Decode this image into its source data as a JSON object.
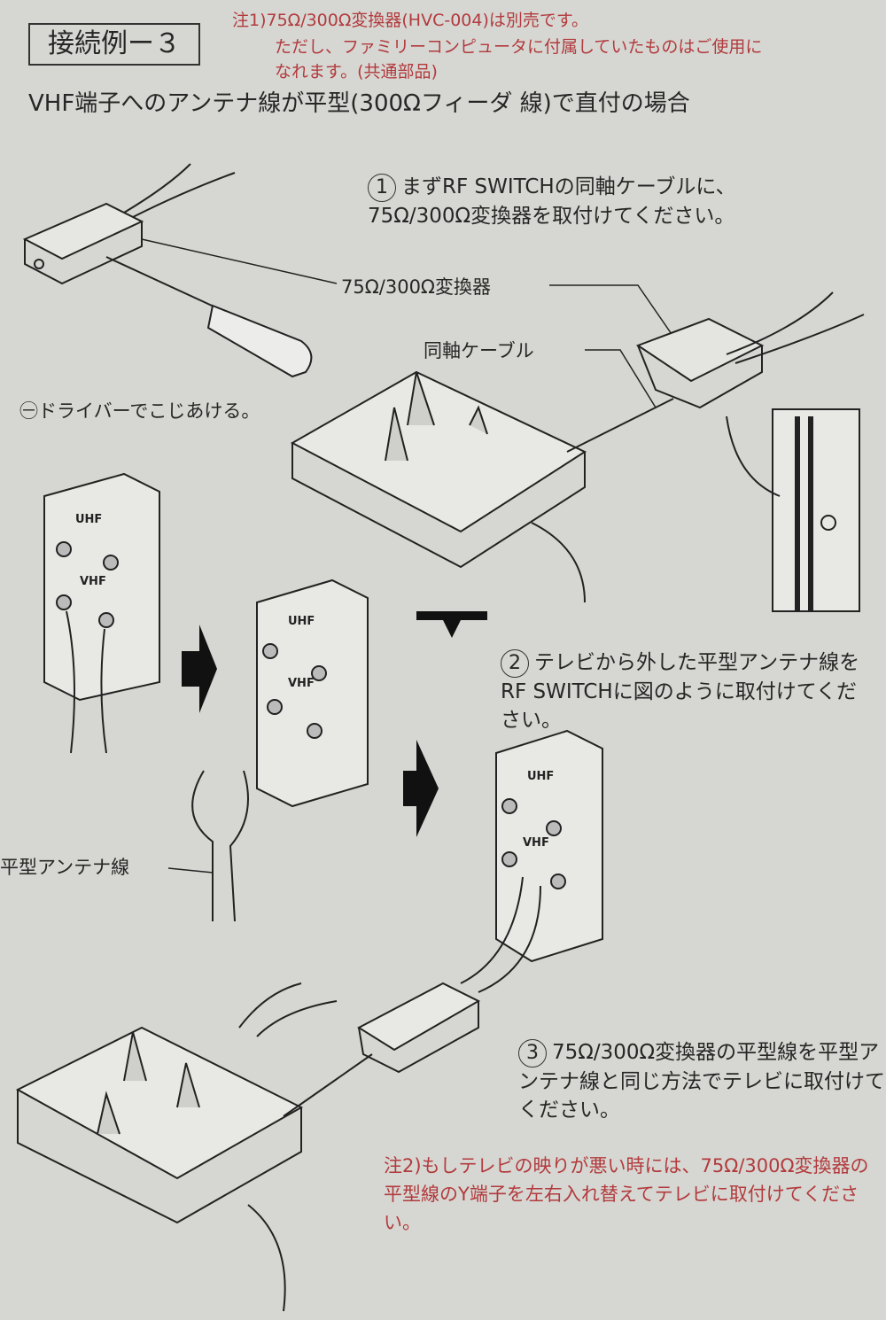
{
  "header": {
    "title": "接続例ー３",
    "subtitle": "VHF端子へのアンテナ線が平型(300Ωフィーダ 線)で直付の場合"
  },
  "note1": {
    "lines": [
      "注1)75Ω/300Ω変換器(HVC-004)は別売です。",
      "ただし、ファミリーコンピュータに付属していたものはご使用に",
      "なれます。(共通部品)"
    ]
  },
  "steps": [
    {
      "number": "1",
      "text": "まずRF SWITCHの同軸ケーブルに、75Ω/300Ω変換器を取付けてください。"
    },
    {
      "number": "2",
      "text": "テレビから外した平型アンテナ線をRF SWITCHに図のように取付けてください。"
    },
    {
      "number": "3",
      "text": "75Ω/300Ω変換器の平型線を平型アンテナ線と同じ方法でテレビに取付けてください。"
    }
  ],
  "labels": {
    "converter": "75Ω/300Ω変換器",
    "coax_cable": "同軸ケーブル",
    "screwdriver": "㊀ドライバーでこじあける。",
    "flat_antenna_wire": "平型アンテナ線",
    "uhf": "UHF",
    "vhf": "VHF"
  },
  "note2": {
    "text": "注2)もしテレビの映りが悪い時には、75Ω/300Ω変換器の平型線のY端子を左右入れ替えてテレビに取付けてください。"
  },
  "colors": {
    "paper": "#d6d7d2",
    "ink": "#262626",
    "note_red": "#b23a3d"
  }
}
